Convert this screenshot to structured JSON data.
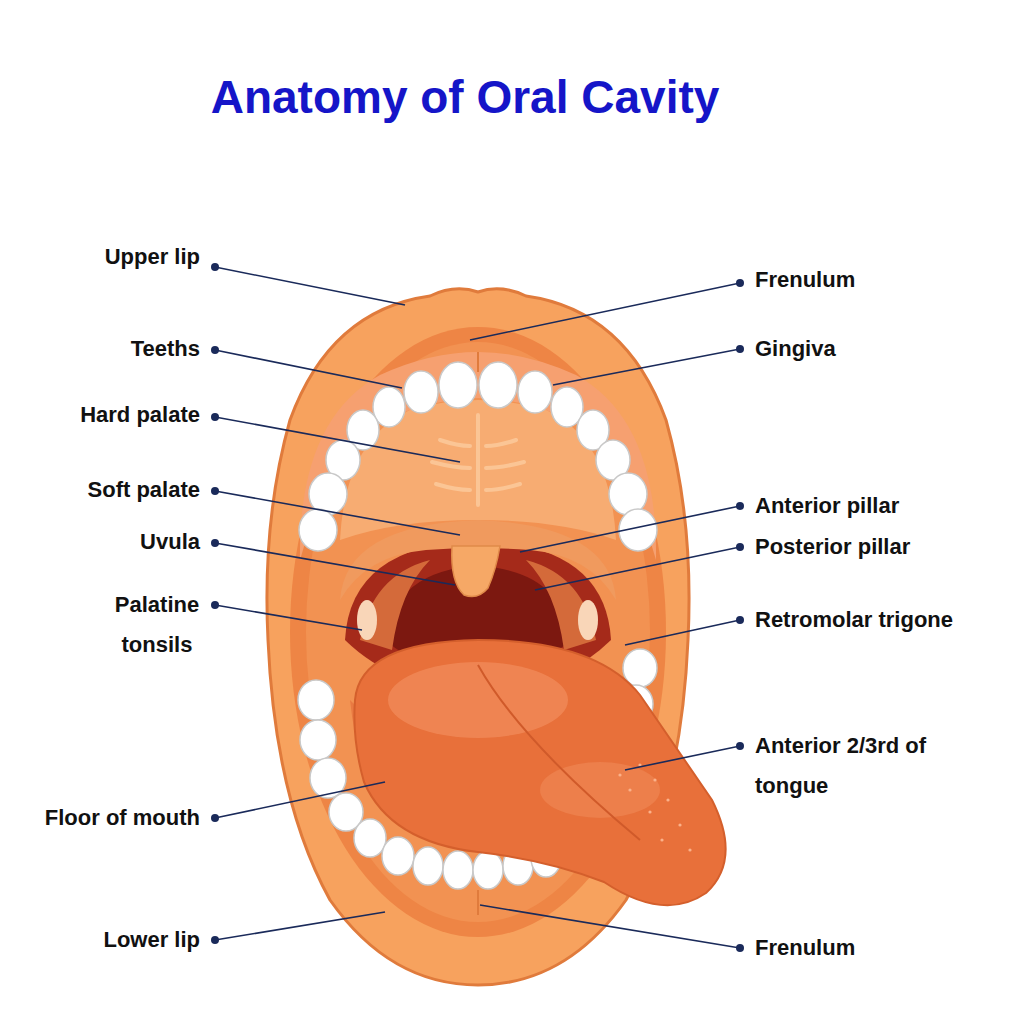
{
  "diagram": {
    "title": "Anatomy of Oral Cavity",
    "labels": [
      "Upper lip",
      "Frenulum",
      "Teeths",
      "Gingiva",
      "Hard palate",
      "Soft palate",
      "Anterior pillar",
      "Uvula",
      "Posterior pillar",
      "Palatine tonsils",
      "Retromolar trigone",
      "Anterior 2/3rd of tongue",
      "Floor of mouth",
      "Lower lip",
      "Frenulum"
    ]
  }
}
